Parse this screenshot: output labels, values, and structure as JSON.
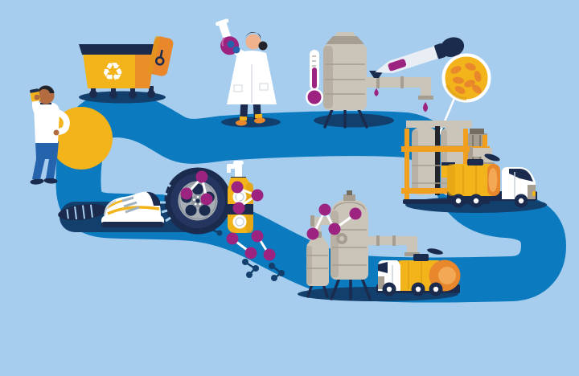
{
  "illustration": {
    "recycle_symbol": "♻",
    "elements": [
      "process-path",
      "consumer-man",
      "drink-pouch",
      "recycling-dumpster",
      "recycling-symbol",
      "scientist",
      "lab-flask",
      "distillation-tower",
      "thermometer",
      "transfer-pipe",
      "catalyst-funnel",
      "liquid-drop",
      "pipette-dropper",
      "pellet-magnifier",
      "polymer-pellets",
      "silo-structure",
      "hopper",
      "tanker-truck-right",
      "tanker-truck-left",
      "loading-pipe",
      "small-reactor-tank",
      "large-reactor-tank",
      "molecule-cluster",
      "tire",
      "sneaker",
      "shoe-sole",
      "pump-bottle"
    ]
  },
  "colors": {
    "bg": "#A6CDED",
    "path": "#0C7ABF",
    "shadow": "#123F6C",
    "navy": "#1B2B4E",
    "near_black": "#23232B",
    "white": "#FFFFFF",
    "offwhite": "#E9EEF4",
    "yellow": "#F2B31B",
    "yellow_deep": "#DFA212",
    "orange": "#E8872B",
    "orange_light": "#F2A855",
    "magenta": "#9C2380",
    "gray_light": "#CBC4B8",
    "gray_mid": "#A69E90",
    "gray_dark": "#756D5F",
    "steel": "#A8AEB6",
    "steel_dark": "#8E959E",
    "jeans": "#2563AC",
    "skin_man": "#B26C3F",
    "skin_woman": "#EFB28C",
    "frame_orange": "#F0A01E"
  }
}
